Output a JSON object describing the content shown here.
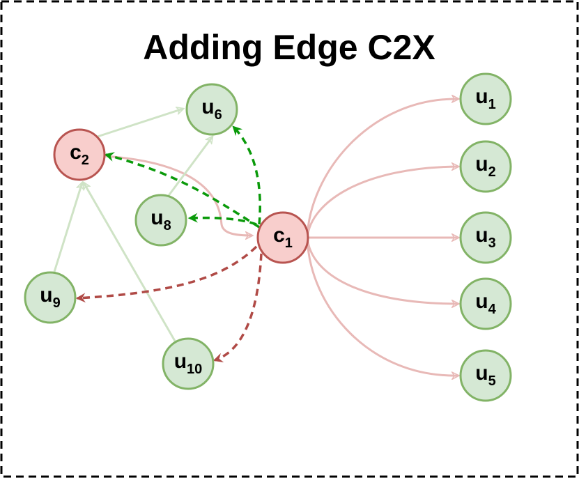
{
  "title": "Adding Edge C2X",
  "colors": {
    "user_fill": "#d5e8d4",
    "user_stroke": "#82b366",
    "cluster_fill": "#f8cecc",
    "cluster_stroke": "#b85450",
    "light_red_edge": "#e8b9b7",
    "light_green_edge": "#cfe3c6",
    "new_green_edge": "#0a9a0a",
    "new_red_edge": "#b04a46"
  },
  "nodes": {
    "c1": {
      "base": "c",
      "sub": "1",
      "kind": "cluster"
    },
    "c2": {
      "base": "c",
      "sub": "2",
      "kind": "cluster"
    },
    "u1": {
      "base": "u",
      "sub": "1",
      "kind": "user"
    },
    "u2": {
      "base": "u",
      "sub": "2",
      "kind": "user"
    },
    "u3": {
      "base": "u",
      "sub": "3",
      "kind": "user"
    },
    "u4": {
      "base": "u",
      "sub": "4",
      "kind": "user"
    },
    "u5": {
      "base": "u",
      "sub": "5",
      "kind": "user"
    },
    "u6": {
      "base": "u",
      "sub": "6",
      "kind": "user"
    },
    "u8": {
      "base": "u",
      "sub": "8",
      "kind": "user"
    },
    "u9": {
      "base": "u",
      "sub": "9",
      "kind": "user"
    },
    "u10": {
      "base": "u",
      "sub": "10",
      "kind": "user"
    }
  },
  "edges": [
    {
      "from": "c1",
      "to": "u1",
      "style": "light-red"
    },
    {
      "from": "c1",
      "to": "u2",
      "style": "light-red"
    },
    {
      "from": "c1",
      "to": "u3",
      "style": "light-red"
    },
    {
      "from": "c1",
      "to": "u4",
      "style": "light-red"
    },
    {
      "from": "c1",
      "to": "u5",
      "style": "light-red"
    },
    {
      "from": "c2",
      "to": "c1",
      "style": "light-red"
    },
    {
      "from": "c2",
      "to": "u6",
      "style": "light-green"
    },
    {
      "from": "u8",
      "to": "u6",
      "style": "light-green"
    },
    {
      "from": "u9",
      "to": "c2",
      "style": "light-green"
    },
    {
      "from": "u10",
      "to": "c2",
      "style": "light-green"
    },
    {
      "from": "c1",
      "to": "c2",
      "style": "new-green"
    },
    {
      "from": "c1",
      "to": "u6",
      "style": "new-green"
    },
    {
      "from": "c1",
      "to": "u8",
      "style": "new-green"
    },
    {
      "from": "c1",
      "to": "u9",
      "style": "new-red"
    },
    {
      "from": "c1",
      "to": "u10",
      "style": "new-red"
    }
  ]
}
